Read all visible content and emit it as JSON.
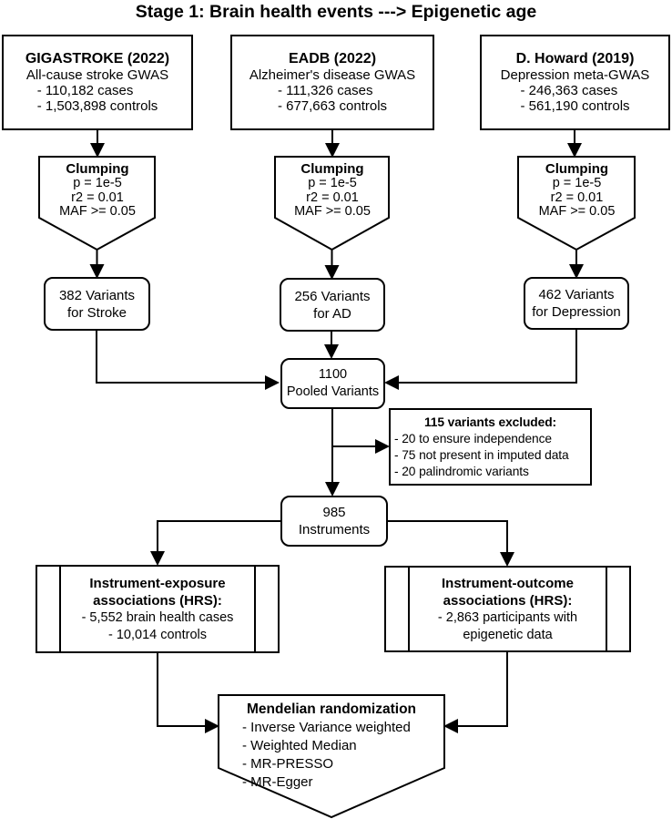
{
  "title": "Stage 1: Brain health events ---> Epigenetic age",
  "colors": {
    "ink": "#000000",
    "paper": "#ffffff"
  },
  "sources": [
    {
      "name": "GIGASTROKE (2022)",
      "subtitle": "All-cause stroke GWAS",
      "bullets": [
        "- 110,182 cases",
        "- 1,503,898 controls"
      ]
    },
    {
      "name": "EADB (2022)",
      "subtitle": "Alzheimer's disease GWAS",
      "bullets": [
        "- 111,326 cases",
        "- 677,663 controls"
      ]
    },
    {
      "name": "D. Howard (2019)",
      "subtitle": "Depression meta-GWAS",
      "bullets": [
        "- 246,363 cases",
        "- 561,190 controls"
      ]
    }
  ],
  "clumping": {
    "title": "Clumping",
    "lines": [
      "p = 1e-5",
      "r2 = 0.01",
      "MAF >= 0.05"
    ]
  },
  "variants": [
    {
      "value": "382 Variants",
      "label": "for Stroke"
    },
    {
      "value": "256 Variants",
      "label": "for AD"
    },
    {
      "value": "462 Variants",
      "label": "for Depression"
    }
  ],
  "pooled": {
    "value": "1100",
    "label": "Pooled Variants"
  },
  "excluded": {
    "title": "115 variants excluded:",
    "bullets": [
      "- 20 to ensure independence",
      "- 75 not present in imputed data",
      "- 20 palindromic variants"
    ]
  },
  "instruments": {
    "value": "985",
    "label": "Instruments"
  },
  "associations": [
    {
      "title_line1": "Instrument-exposure",
      "title_line2": "associations (HRS):",
      "bullets": [
        "- 5,552 brain health cases",
        "- 10,014 controls"
      ]
    },
    {
      "title_line1": "Instrument-outcome",
      "title_line2": "associations (HRS):",
      "bullets": [
        "- 2,863 participants with",
        "epigenetic data"
      ]
    }
  ],
  "mr": {
    "title": "Mendelian randomization",
    "bullets": [
      "- Inverse Variance weighted",
      "- Weighted Median",
      "- MR-PRESSO",
      "- MR-Egger"
    ]
  }
}
